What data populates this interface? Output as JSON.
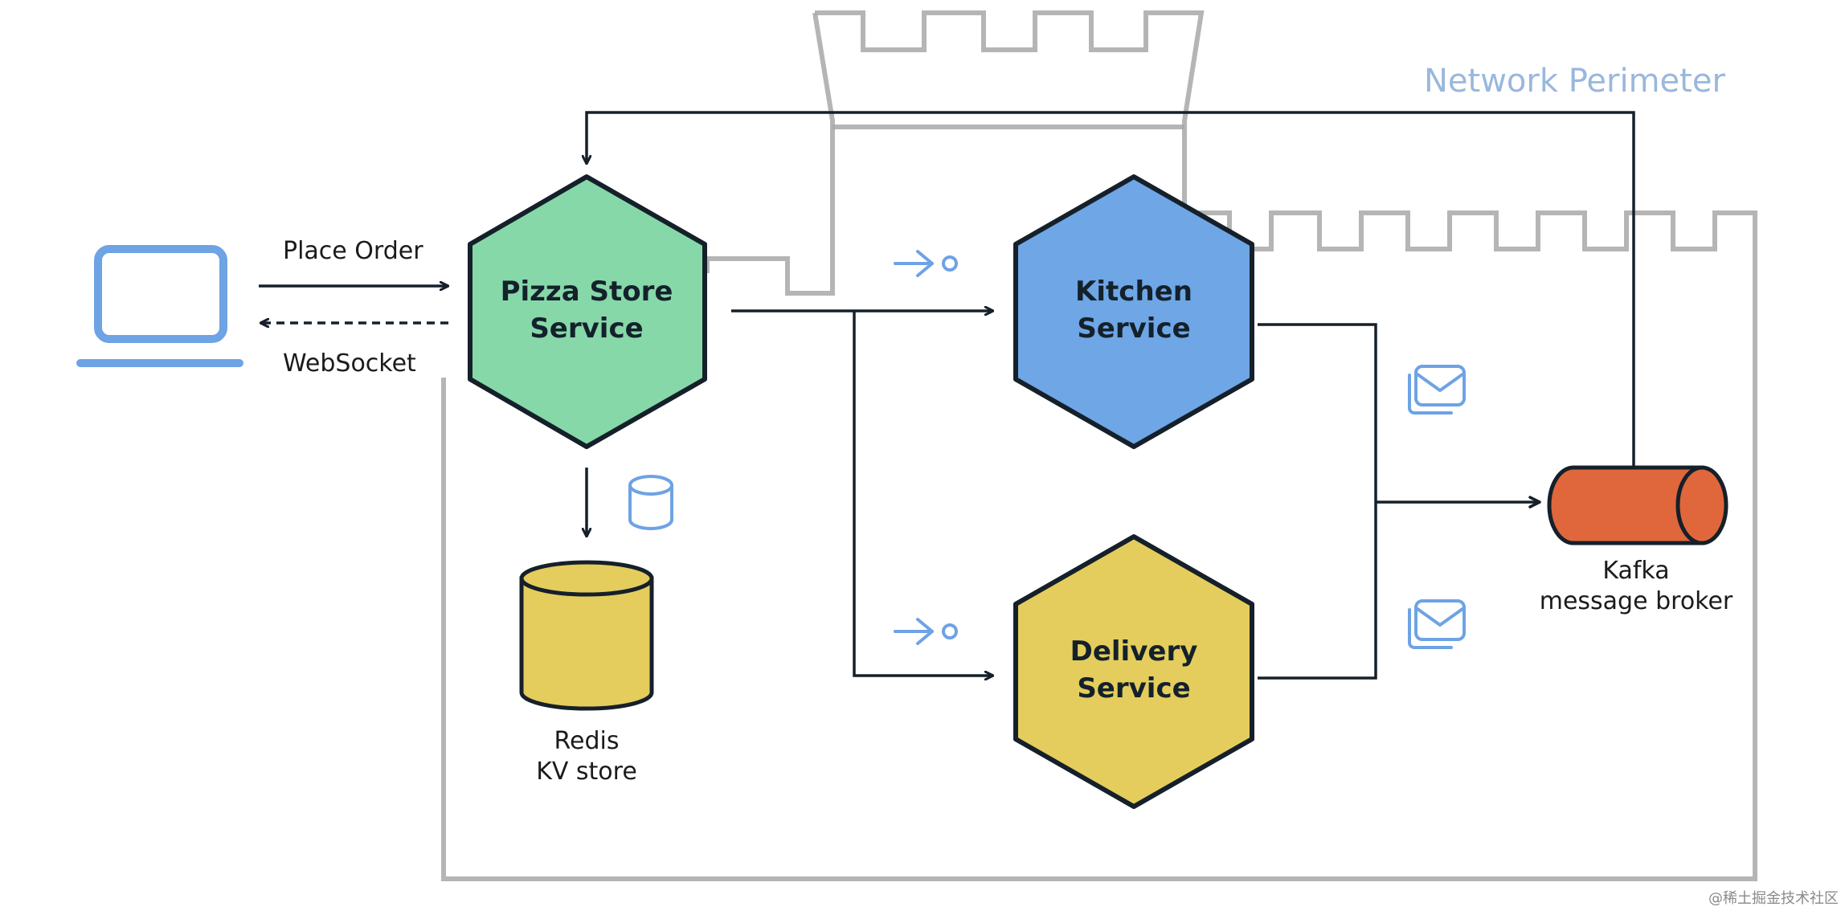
{
  "diagram": {
    "perimeter_label": "Network Perimeter",
    "client": {
      "request_label": "Place Order",
      "response_label": "WebSocket"
    },
    "nodes": {
      "pizza": {
        "line1": "Pizza Store",
        "line2": "Service",
        "color": "#86d8a9"
      },
      "kitchen": {
        "line1": "Kitchen",
        "line2": "Service",
        "color": "#6ea6e6"
      },
      "delivery": {
        "line1": "Delivery",
        "line2": "Service",
        "color": "#e4cd5d"
      }
    },
    "redis": {
      "line1": "Redis",
      "line2": "KV store",
      "color": "#e4cd5d"
    },
    "kafka": {
      "line1": "Kafka",
      "line2": "message broker",
      "color": "#df673b"
    },
    "accent_color": "#6ea3e4",
    "watermark": "@稀土掘金技术社区"
  }
}
